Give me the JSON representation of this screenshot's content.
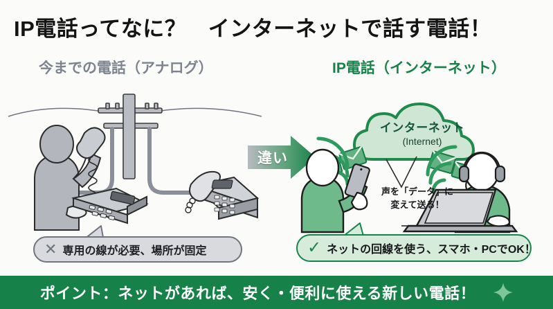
{
  "page": {
    "title": "IP電話ってなに？　インターネットで話す電話！",
    "background_color": "#fbfbf9"
  },
  "columns": {
    "left": {
      "heading": "今までの電話（アナログ）",
      "heading_color": "#7d8490",
      "callout": {
        "mark": "✕",
        "text": "専用の線が必要、場所が固定",
        "fill_color": "#d9dade",
        "border_color": "#6f747e"
      },
      "illustration": {
        "person": "person-with-landline-handset",
        "pole": "utility-pole",
        "desk_phone": "desk-phone",
        "line_color": "#8a8f99"
      }
    },
    "right": {
      "heading": "IP電話（インターネット）",
      "heading_color": "#17814a",
      "cloud": {
        "label_jp": "インターネット",
        "label_en": "(Internet)",
        "fill_color": "#cfe6d4",
        "border_color": "#1f8a4c"
      },
      "annotation": {
        "line1": "声を「データ」に",
        "line2": "変えて送る！"
      },
      "callout": {
        "mark": "✓",
        "text": "ネットの回線を使う、スマホ・PCでOK！",
        "fill_color": "#d7ebda",
        "border_color": "#18834b"
      },
      "illustration": {
        "person_smartphone": "person-with-smartphone",
        "person_laptop": "person-with-headset-and-laptop",
        "wifi_waves": "wifi-wave-icon",
        "envelopes": "envelope-icon",
        "accent_color": "#3f9e63"
      }
    }
  },
  "divider": {
    "arrow_label": "違い",
    "arrow_gradient_from": "#b7bac0",
    "arrow_gradient_to": "#17814a"
  },
  "banner": {
    "text": "ポイント：ネットがあれば、安く・便利に使える新しい電話！",
    "background_color": "#17814a",
    "text_color": "#ffffff",
    "sparkle_color": "#7fc49a"
  }
}
